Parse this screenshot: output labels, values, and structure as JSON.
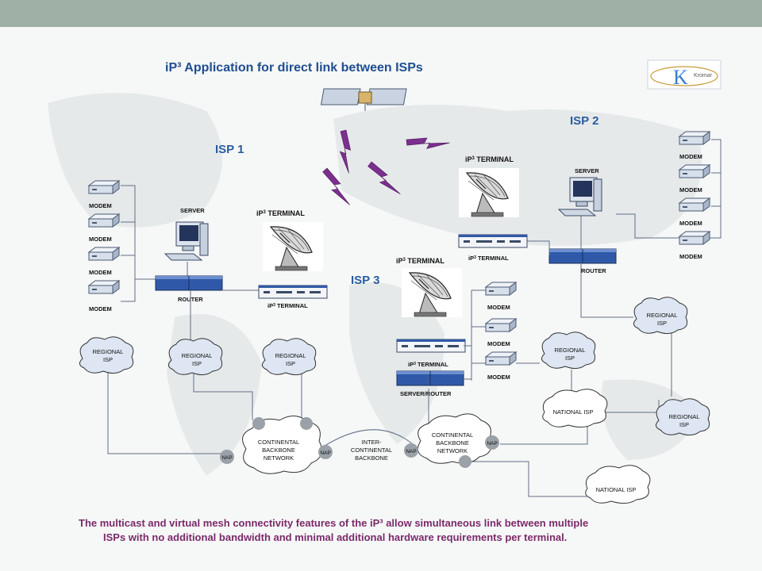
{
  "title": "iP³ Application for direct link between ISPs",
  "logo": {
    "text": "Kromar",
    "mark": "K"
  },
  "isps": {
    "isp1": "ISP 1",
    "isp2": "ISP 2",
    "isp3": "ISP 3"
  },
  "labels": {
    "modem": "MODEM",
    "server": "SERVER",
    "router": "ROUTER",
    "server_router": "SERVER/ROUTER",
    "terminal_ip": "iP",
    "terminal_sup": "3",
    "terminal_word": " TERMINAL",
    "nap": "NAP"
  },
  "clouds": {
    "regional_line1": "REGIONAL",
    "regional_line2": "ISP",
    "national": "NATIONAL ISP",
    "continental_line1": "CONTINENTAL",
    "continental_line2": "BACKBONE",
    "continental_line3": "NETWORK",
    "inter_line1": "INTER-",
    "inter_line2": "CONTINENTAL",
    "inter_line3": "BACKBONE"
  },
  "caption": {
    "line1": "The multicast and virtual mesh connectivity features of the iP³ allow simultaneous link between multiple",
    "line2": "ISPs with no additional bandwidth and minimal additional hardware requirements per terminal."
  },
  "colors": {
    "title": "#1f4e8f",
    "isp": "#2a5d9f",
    "caption": "#7a2a6a",
    "router": "#2f59a8",
    "cloud": "#dde6f2",
    "lightning": "#7b2f8e",
    "topbar": "#9fb0a6"
  },
  "icons": [
    "satellite-icon",
    "dish-antenna-icon",
    "modem-icon",
    "server-computer-icon",
    "router-icon",
    "ip3-terminal-icon",
    "cloud-icon",
    "lightning-icon"
  ]
}
